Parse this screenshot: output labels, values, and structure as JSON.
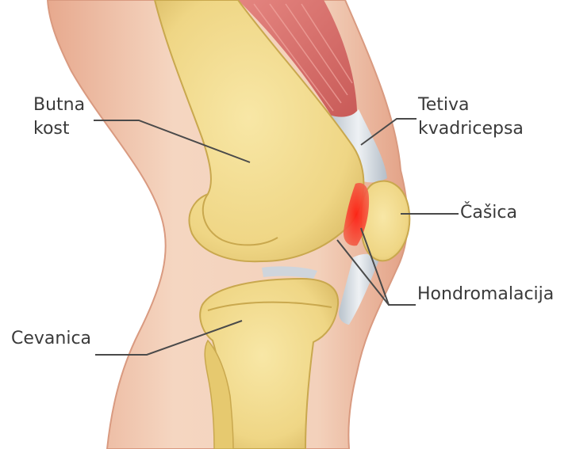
{
  "labels": {
    "femur": [
      "Butna",
      "kost"
    ],
    "quadriceps_tendon": [
      "Tetiva",
      "kvadricepsa"
    ],
    "patella": "Čašica",
    "chondromalacia": "Hondromalacija",
    "tibia": "Cevanica"
  },
  "colors": {
    "skin": "#f2cdb2",
    "skin_edge": "#d6957c",
    "bone": "#f0d98a",
    "bone_edge": "#c9a84e",
    "muscle": "#d9706c",
    "tendon": "#c8d0d8",
    "inflammation": "#e8302a",
    "leader_line": "#4a4a4a"
  }
}
